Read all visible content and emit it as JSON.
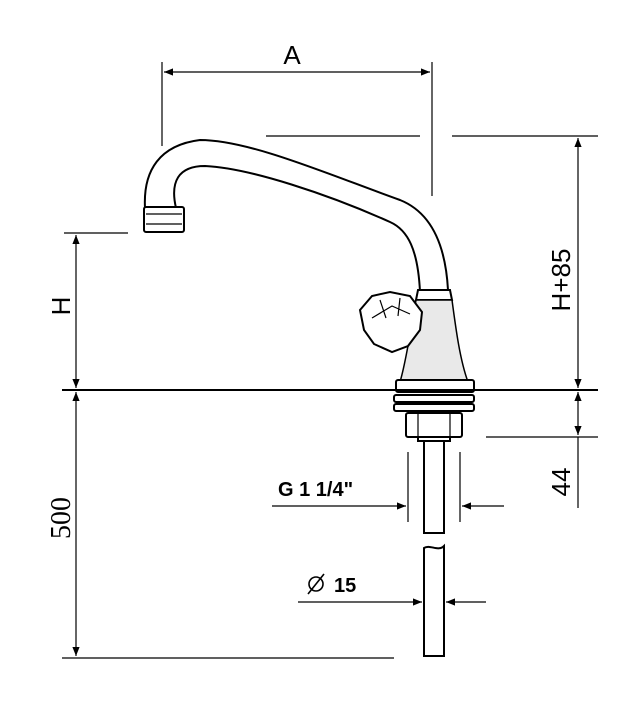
{
  "dimensions": {
    "a": "A",
    "h": "H",
    "h_plus": "H+85",
    "d44": "44",
    "d500": "500",
    "thread": "G 1 1/4\"",
    "pipe_diameter": "15"
  },
  "symbols": {
    "diameter": "diameter-symbol"
  }
}
